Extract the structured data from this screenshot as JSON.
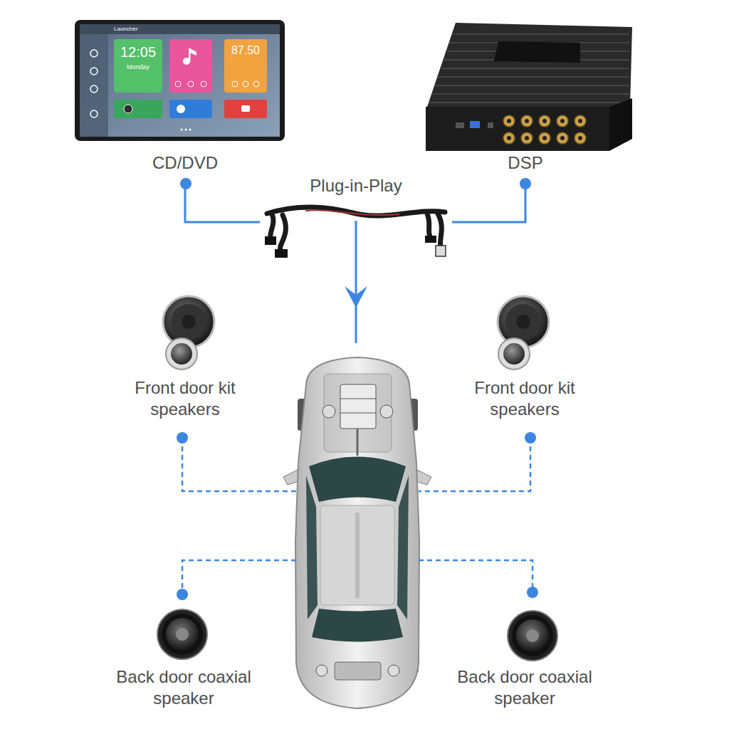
{
  "diagram": {
    "nodes": [
      {
        "text": [
          "CD/DVD"
        ]
      },
      {
        "text": [
          "DSP"
        ]
      },
      {
        "text": [
          "Plug-in-Play"
        ]
      },
      {
        "text": [
          "Front door kit speakers"
        ]
      },
      {
        "text": [
          "Front door kit speakers"
        ]
      },
      {
        "text": [
          "Back door coaxial speaker"
        ]
      },
      {
        "text": [
          "Back door coaxial speaker"
        ]
      }
    ],
    "edges": [
      {
        "from": 0,
        "to": 2,
        "arrow": "none"
      },
      {
        "from": 1,
        "to": 2,
        "arrow": "none"
      }
    ],
    "labels": [
      "Launcher",
      "12:05",
      "Monday",
      "87.50"
    ]
  }
}
